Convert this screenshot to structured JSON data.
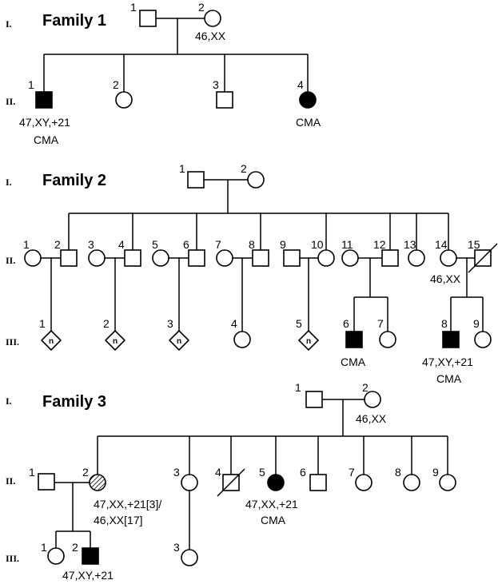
{
  "gen_labels": [
    "I.",
    "II.",
    "III."
  ],
  "family1": {
    "title": "Family 1",
    "i1": "1",
    "i2": "2",
    "i2_note": "46,XX",
    "ii1": "1",
    "ii1_note_a": "47,XY,+21",
    "ii1_note_b": "CMA",
    "ii2": "2",
    "ii3": "3",
    "ii4": "4",
    "ii4_note": "CMA"
  },
  "family2": {
    "title": "Family 2",
    "i1": "1",
    "i2": "2",
    "ii": [
      "1",
      "2",
      "3",
      "4",
      "5",
      "6",
      "7",
      "8",
      "9",
      "10",
      "11",
      "12",
      "13",
      "14",
      "15"
    ],
    "ii14_note": "46,XX",
    "iii": [
      "1",
      "2",
      "3",
      "4",
      "5",
      "6",
      "7",
      "8",
      "9"
    ],
    "diamond_n": "n",
    "iii6_note": "CMA",
    "iii8_note_a": "47,XY,+21",
    "iii8_note_b": "CMA"
  },
  "family3": {
    "title": "Family 3",
    "i1": "1",
    "i2": "2",
    "i2_note": "46,XX",
    "ii": [
      "1",
      "2",
      "3",
      "4",
      "5",
      "6",
      "7",
      "8",
      "9"
    ],
    "ii2_note_a": "47,XX,+21[3]/",
    "ii2_note_b": "46,XX[17]",
    "ii5_note_a": "47,XX,+21",
    "ii5_note_b": "CMA",
    "iii1": "1",
    "iii2": "2",
    "iii2_note": "47,XY,+21",
    "iii3": "3"
  }
}
